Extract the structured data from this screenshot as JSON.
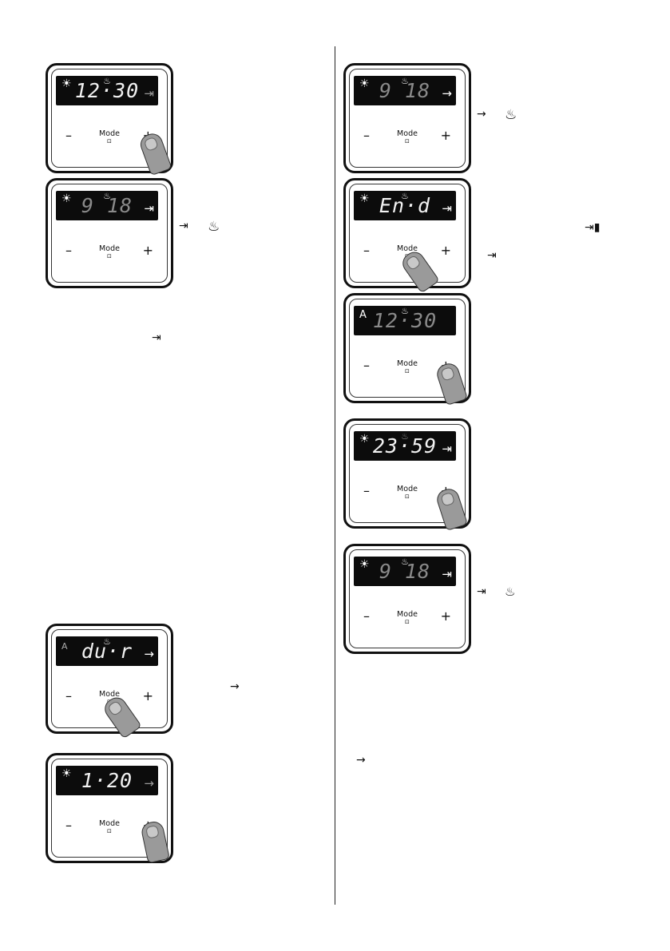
{
  "page": {
    "panels": [
      {
        "id": "p1",
        "display": "12·30",
        "dim": false,
        "ind_left": "☀",
        "ind_top": "♨",
        "ind_right": "⇥",
        "ind_right_dim": true,
        "minus": "–",
        "mode": "Mode",
        "plus": "+",
        "finger": "plus"
      },
      {
        "id": "p2",
        "display": "9 18",
        "dim": true,
        "ind_left": "☀",
        "ind_top": "♨",
        "ind_right": "⇥",
        "ind_right_dim": false,
        "minus": "–",
        "mode": "Mode",
        "plus": "+",
        "finger": "none"
      },
      {
        "id": "p3",
        "display": "du·r",
        "dim": false,
        "ind_left": "A",
        "ind_top": "♨",
        "ind_right": "→",
        "ind_right_dim": false,
        "minus": "–",
        "mode": "Mode",
        "plus": "+",
        "finger": "mode"
      },
      {
        "id": "p4",
        "display": "1·20",
        "dim": false,
        "ind_left": "☀",
        "ind_top": "",
        "ind_right": "→",
        "ind_right_dim": true,
        "minus": "–",
        "mode": "Mode",
        "plus": "+",
        "finger": "plus"
      },
      {
        "id": "p5",
        "display": "9 18",
        "dim": true,
        "ind_left": "☀",
        "ind_top": "♨",
        "ind_right": "→",
        "ind_right_dim": false,
        "minus": "–",
        "mode": "Mode",
        "plus": "+",
        "finger": "none"
      },
      {
        "id": "p6",
        "display": "En·d",
        "dim": false,
        "ind_left": "☀",
        "ind_top": "♨",
        "ind_right": "⇥",
        "ind_right_dim": false,
        "minus": "–",
        "mode": "Mode",
        "plus": "+",
        "finger": "mode"
      },
      {
        "id": "p7",
        "display": "12·30",
        "dim": true,
        "ind_left": "A",
        "ind_top": "♨",
        "ind_right": "",
        "ind_right_dim": true,
        "minus": "–",
        "mode": "Mode",
        "plus": "+",
        "finger": "plus"
      },
      {
        "id": "p8",
        "display": "23·59",
        "dim": false,
        "ind_left": "☀",
        "ind_top": "♨",
        "ind_right": "⇥",
        "ind_right_dim": false,
        "minus": "–",
        "mode": "Mode",
        "plus": "+",
        "finger": "plus"
      },
      {
        "id": "p9",
        "display": "9 18",
        "dim": true,
        "ind_left": "☀",
        "ind_top": "♨",
        "ind_right": "⇥",
        "ind_right_dim": false,
        "minus": "–",
        "mode": "Mode",
        "plus": "+",
        "finger": "none"
      }
    ],
    "symbols": {
      "s_end_arrow_1": "⇥",
      "s_heat_1": "♨",
      "s_end_arrow_2": "⇥",
      "s_dur_arrow_1": "→",
      "s_heat_2": "♨",
      "s_end_stop": "⇥▮",
      "s_end_arrow_3": "⇥",
      "s_dur_arrow_2": "→",
      "s_heat_3": "♨",
      "s_end_arrow_4": "⇥",
      "s_dur_arrow_3": "→"
    }
  }
}
